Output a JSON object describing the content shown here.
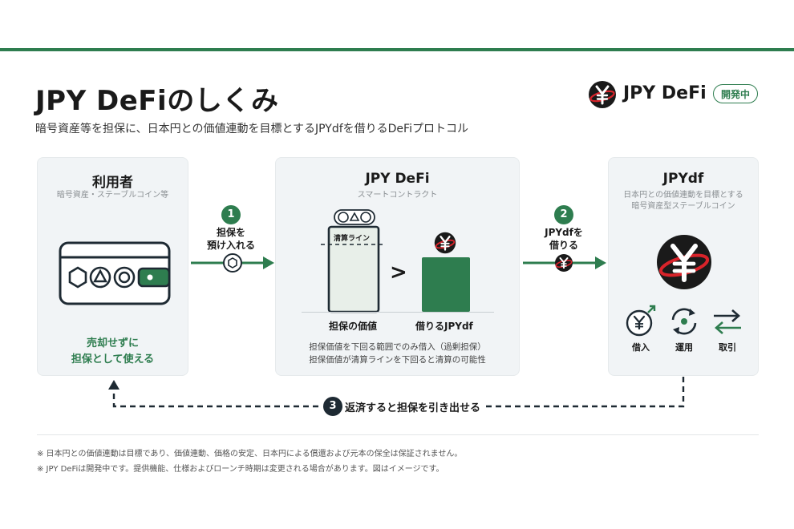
{
  "header": {
    "title": "JPY DeFiのしくみ",
    "subtitle": "暗号資産等を担保に、日本円との価値連動を目標とするJPYdfを借りるDeFiプロトコル",
    "brand_name": "JPY DeFi",
    "status_badge": "開発中"
  },
  "user_panel": {
    "title": "利用者",
    "subtitle": "暗号資産・ステーブルコイン等",
    "footer_line1": "売却せずに",
    "footer_line2": "担保として使える"
  },
  "step1": {
    "number": "1",
    "label_line1": "担保を",
    "label_line2": "預け入れる"
  },
  "defi_panel": {
    "title": "JPY DeFi",
    "subtitle": "スマートコントラクト",
    "liquidation_line": "清算ライン",
    "collateral_value_label": "担保の価値",
    "borrowed_label": "借りるJPYdf",
    "comparison_symbol": ">",
    "note_line1": "担保価値を下回る範囲でのみ借入（過剰担保）",
    "note_line2": "担保価値が清算ラインを下回ると清算の可能性"
  },
  "step2": {
    "number": "2",
    "label_line1": "JPYdfを",
    "label_line2": "借りる"
  },
  "jpydf_panel": {
    "title": "JPYdf",
    "subtitle_line1": "日本円との価値連動を目標とする",
    "subtitle_line2": "暗号資産型ステーブルコイン",
    "actions": [
      {
        "label": "借入",
        "icon": "yen-growth-icon"
      },
      {
        "label": "運用",
        "icon": "cycle-icon"
      },
      {
        "label": "取引",
        "icon": "exchange-arrows-icon"
      }
    ]
  },
  "step3": {
    "number": "3",
    "label": "返済すると担保を引き出せる"
  },
  "footnotes": [
    "※ 日本円との価値連動は目標であり、価値連動、価格の安定、日本円による償還および元本の保全は保証されません。",
    "※ JPY DeFiは開発中です。提供機能、仕様およびローンチ時期は変更される場合があります。図はイメージです。"
  ],
  "colors": {
    "accent_green": "#2e7d4f",
    "dark": "#1e2a33",
    "logo_red": "#d8232a",
    "panel_bg": "#f1f4f6"
  }
}
